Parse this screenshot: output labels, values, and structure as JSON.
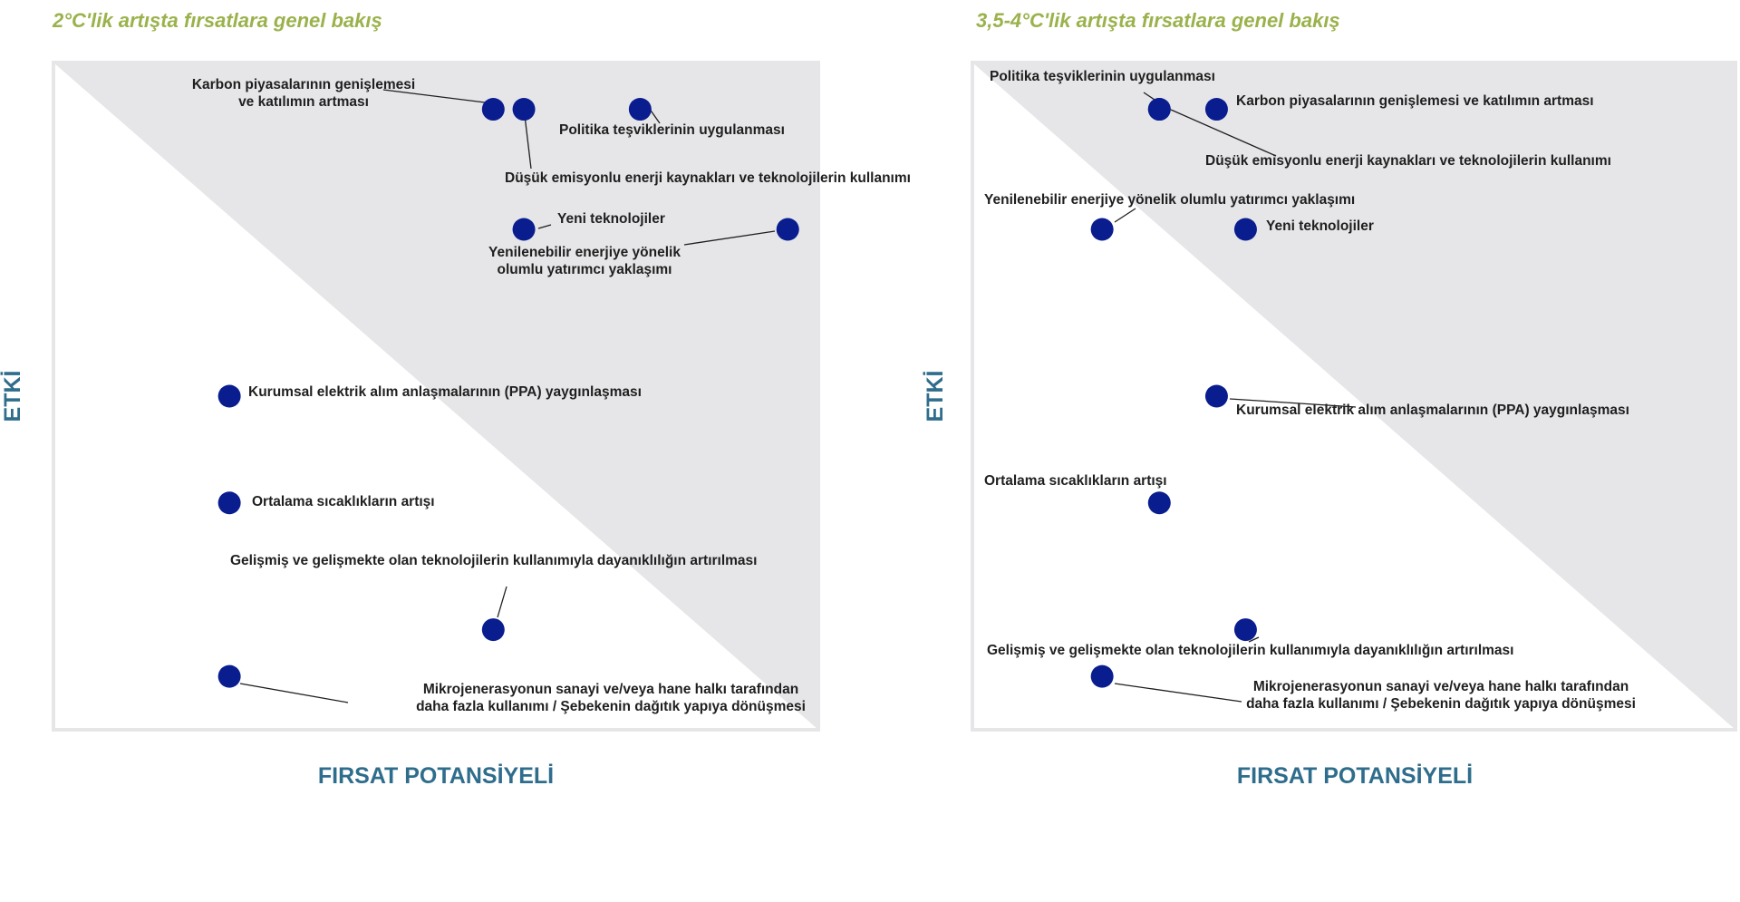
{
  "colors": {
    "title": "#9bb24c",
    "axis": "#2f6d8c",
    "marker": "#0a1d8f",
    "upper_region": "#e6e6e9",
    "frame": "#e6e6e9",
    "leader": "#1f1f1f"
  },
  "chart_data": [
    {
      "type": "scatter",
      "title": "2°C'lik artışta fırsatlara genel bakış",
      "xlabel": "FIRSAT POTANSİYELİ",
      "ylabel": "ETKİ",
      "xlim": [
        0,
        1
      ],
      "ylim": [
        0,
        1
      ],
      "grid": false,
      "background": "upper-right triangle shaded above the diagonal",
      "points": [
        {
          "label": "Karbon piyasalarının genişlemesi ve katılımın artması",
          "label_lines": [
            "Karbon piyasalarının genişlemesi",
            "ve katılımın artması"
          ],
          "x": 0.575,
          "y": 0.93
        },
        {
          "label": "Düşük emisyonlu enerji kaynakları ve teknolojilerin kullanımı",
          "label_lines": [
            "Düşük emisyonlu enerji kaynakları ve teknolojilerin kullanımı"
          ],
          "x": 0.615,
          "y": 0.93
        },
        {
          "label": "Politika teşviklerinin uygulanması",
          "label_lines": [
            "Politika teşviklerinin uygulanması"
          ],
          "x": 0.767,
          "y": 0.93
        },
        {
          "label": "Yeni teknolojiler",
          "label_lines": [
            "Yeni teknolojiler"
          ],
          "x": 0.615,
          "y": 0.75
        },
        {
          "label": "Yenilenebilir enerjiye yönelik olumlu yatırımcı yaklaşımı",
          "label_lines": [
            "Yenilenebilir enerjiye yönelik",
            "olumlu yatırımcı yaklaşımı"
          ],
          "x": 0.96,
          "y": 0.75
        },
        {
          "label": "Kurumsal elektrik alım anlaşmalarının (PPA) yaygınlaşması",
          "label_lines": [
            "Kurumsal elektrik alım anlaşmalarının (PPA) yaygınlaşması"
          ],
          "x": 0.23,
          "y": 0.5
        },
        {
          "label": "Ortalama sıcaklıkların artışı",
          "label_lines": [
            "Ortalama sıcaklıkların artışı"
          ],
          "x": 0.23,
          "y": 0.34
        },
        {
          "label": "Gelişmiş ve gelişmekte olan teknolojilerin kullanımıyla dayanıklılığın artırılması",
          "label_lines": [
            "Gelişmiş ve gelişmekte olan teknolojilerin kullanımıyla dayanıklılığın artırılması"
          ],
          "x": 0.575,
          "y": 0.15
        },
        {
          "label": "Mikrojenerasyonun sanayi ve/veya hane halkı tarafından daha fazla kullanımı / Şebekenin dağıtık yapıya dönüşmesi",
          "label_lines": [
            "Mikrojenerasyonun sanayi ve/veya hane halkı tarafından",
            "daha fazla kullanımı / Şebekenin dağıtık yapıya dönüşmesi"
          ],
          "x": 0.23,
          "y": 0.08
        }
      ]
    },
    {
      "type": "scatter",
      "title": "3,5-4°C'lik artışta fırsatlara genel bakış",
      "xlabel": "FIRSAT POTANSİYELİ",
      "ylabel": "ETKİ",
      "xlim": [
        0,
        1
      ],
      "ylim": [
        0,
        1
      ],
      "grid": false,
      "background": "upper-right triangle shaded above the diagonal",
      "points": [
        {
          "label": "Politika teşviklerinin uygulanması",
          "label_lines": [
            "Politika teşviklerinin uygulanması"
          ],
          "x": 0.245,
          "y": 0.93
        },
        {
          "label": "Karbon piyasalarının genişlemesi ve katılımın artması",
          "label_lines": [
            "Karbon piyasalarının genişlemesi ve katılımın artması"
          ],
          "x": 0.32,
          "y": 0.93
        },
        {
          "label": "Düşük emisyonlu enerji kaynakları ve teknolojilerin kullanımı",
          "label_lines": [
            "Düşük emisyonlu enerji kaynakları ve teknolojilerin kullanımı"
          ],
          "x": 0.245,
          "y": 0.93
        },
        {
          "label": "Yenilenebilir enerjiye yönelik olumlu yatırımcı yaklaşımı",
          "label_lines": [
            "Yenilenebilir enerjiye yönelik olumlu yatırımcı yaklaşımı"
          ],
          "x": 0.17,
          "y": 0.75
        },
        {
          "label": "Yeni teknolojiler",
          "label_lines": [
            "Yeni teknolojiler"
          ],
          "x": 0.358,
          "y": 0.75
        },
        {
          "label": "Kurumsal elektrik alım anlaşmalarının (PPA) yaygınlaşması",
          "label_lines": [
            "Kurumsal elektrik alım anlaşmalarının (PPA) yaygınlaşması"
          ],
          "x": 0.32,
          "y": 0.5
        },
        {
          "label": "Ortalama sıcaklıkların artışı",
          "label_lines": [
            "Ortalama sıcaklıkların artışı"
          ],
          "x": 0.245,
          "y": 0.34
        },
        {
          "label": "Gelişmiş ve gelişmekte olan teknolojilerin kullanımıyla dayanıklılığın artırılması",
          "label_lines": [
            "Gelişmiş ve gelişmekte olan teknolojilerin kullanımıyla dayanıklılığın artırılması"
          ],
          "x": 0.358,
          "y": 0.15
        },
        {
          "label": "Mikrojenerasyonun sanayi ve/veya hane halkı tarafından daha fazla kullanımı / Şebekenin dağıtık yapıya dönüşmesi",
          "label_lines": [
            "Mikrojenerasyonun sanayi ve/veya hane halkı tarafından",
            "daha fazla kullanımı / Şebekenin dağıtık yapıya dönüşmesi"
          ],
          "x": 0.17,
          "y": 0.08
        }
      ]
    }
  ]
}
